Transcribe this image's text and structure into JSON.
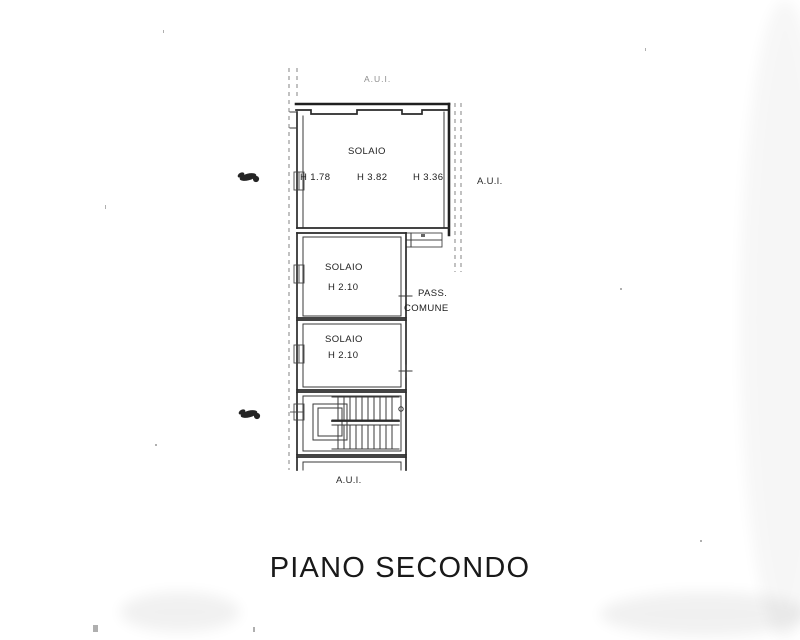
{
  "document": {
    "type": "architectural-floor-plan",
    "title": "PIANO SECONDO",
    "language": "it"
  },
  "labels": {
    "top_aui": "A.U.I.",
    "right_aui": "A.U.I.",
    "bottom_aui": "A.U.I.",
    "corridor_line1": "PASS.",
    "corridor_line2": "COMUNE"
  },
  "rooms": [
    {
      "id": "solaio-upper",
      "name": "SOLAIO",
      "heights": [
        "H 1.78",
        "H 3.82",
        "H 3.36"
      ]
    },
    {
      "id": "solaio-middle",
      "name": "SOLAIO",
      "height": "H 2.10"
    },
    {
      "id": "solaio-lower",
      "name": "SOLAIO",
      "height": "H 2.10"
    }
  ],
  "room_text": {
    "upper_name": "SOLAIO",
    "upper_h1": "H 1.78",
    "upper_h2": "H 3.82",
    "upper_h3": "H 3.36",
    "middle_name": "SOLAIO",
    "middle_h": "H 2.10",
    "lower_name": "SOLAIO",
    "lower_h": "H 2.10"
  },
  "stairwell": {
    "flights": 2,
    "steps_per_flight": 10,
    "has_central_void": true
  },
  "colors": {
    "ink": "#1f1f1f",
    "paper": "#ffffff",
    "faint_ink": "#8d8d8d",
    "boundary_dash": "#777777"
  }
}
